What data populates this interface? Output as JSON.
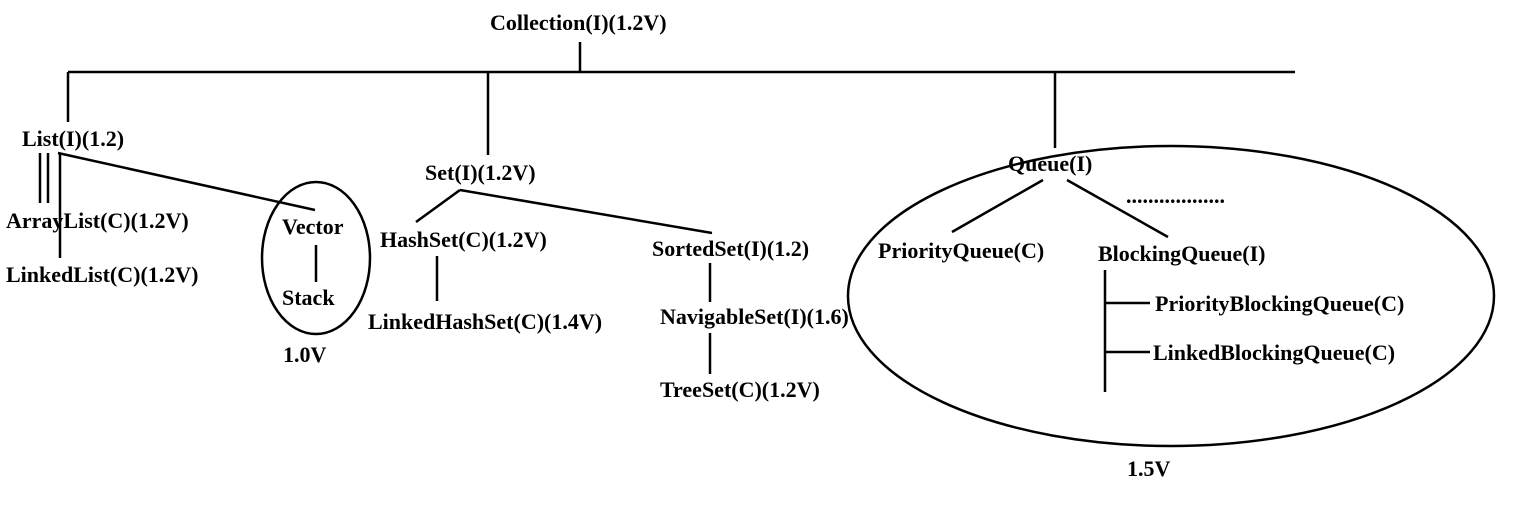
{
  "diagram": {
    "root": "Collection(I)(1.2V)",
    "list": {
      "interface": "List(I)(1.2)",
      "array_list": "ArrayList(C)(1.2V)",
      "linked_list": "LinkedList(C)(1.2V)",
      "vector": "Vector",
      "stack": "Stack",
      "legacy_version": "1.0V"
    },
    "set": {
      "interface": "Set(I)(1.2V)",
      "hash_set": "HashSet(C)(1.2V)",
      "linked_hash_set": "LinkedHashSet(C)(1.4V)",
      "sorted_set": "SortedSet(I)(1.2)",
      "navigable_set": "NavigableSet(I)(1.6)",
      "tree_set": "TreeSet(C)(1.2V)"
    },
    "queue": {
      "interface": "Queue(I)",
      "more": "..................",
      "priority_queue": "PriorityQueue(C)",
      "blocking_queue": "BlockingQueue(I)",
      "priority_blocking_queue": "PriorityBlockingQueue(C)",
      "linked_blocking_queue": "LinkedBlockingQueue(C)",
      "version": "1.5V"
    }
  }
}
